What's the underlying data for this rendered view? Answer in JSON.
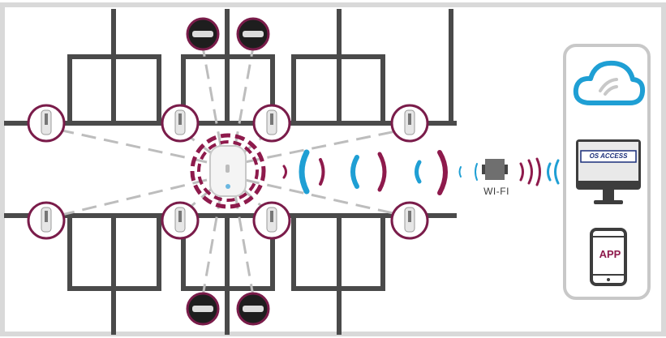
{
  "labels": {
    "wifi": "WI-FI",
    "monitor_software": "OS ACCESS",
    "app": "APP"
  },
  "icons": {
    "cloud": "cloud-icon",
    "monitor": "monitor-icon",
    "phone": "smartphone-icon",
    "router": "wifi-router-icon",
    "hub": "gateway-hub-icon",
    "lock": "door-lock-icon",
    "signal": "signal-wave-icon"
  },
  "colors": {
    "walls": "#4a4a4a",
    "accent_purple": "#8e1a4c",
    "accent_blue": "#1f9fd4",
    "dashes": "#bdbdbd",
    "panel_border": "#c8c8c8"
  }
}
